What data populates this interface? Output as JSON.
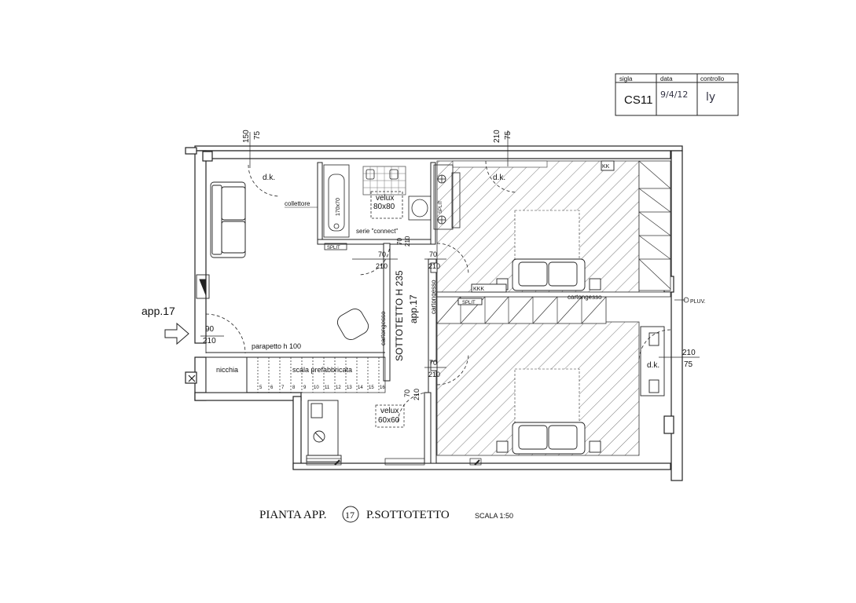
{
  "title_block": {
    "headers": [
      "sigla",
      "data",
      "controllo"
    ],
    "sigla": "CS11",
    "date": "9/4/12",
    "check": "ly"
  },
  "entrance": {
    "label": "app.17",
    "door_width": "90",
    "door_height": "210"
  },
  "dims": {
    "top_left_w": "150",
    "top_left_h": "75",
    "top_right_w": "210",
    "top_right_h": "75",
    "right_w": "210",
    "right_h": "75",
    "door_a_w": "70",
    "door_a_h": "210",
    "door_b_w": "70",
    "door_b_h": "210",
    "door_c_w": "70",
    "door_c_h": "210",
    "door_d_w": "70",
    "door_d_h": "210",
    "bath_door_w": "70",
    "bath_door_h": "210",
    "shower_size": "170x70"
  },
  "labels": {
    "dk": "d.k.",
    "collettore": "collettore",
    "velux_1": "velux",
    "velux_1_size": "80x80",
    "velux_2": "velux",
    "velux_2_size": "60x60",
    "serie": "serie \"connect\"",
    "split": "SPLIT",
    "cartongesso": "cartongesso",
    "sottotetto": "SOTTOTETTO H 235",
    "app": "app.17",
    "parapetto": "parapetto h 100",
    "nicchia": "nicchia",
    "scala": "scala prefabbricata",
    "pluv": "PLUV.",
    "kk": "KK",
    "kkk": "KKK"
  },
  "stair_steps": [
    "5",
    "6",
    "7",
    "8",
    "9",
    "10",
    "11",
    "12",
    "13",
    "14",
    "15",
    "16"
  ],
  "footer": {
    "text_a": "PIANTA  APP.",
    "unit": "17",
    "text_b": "P.SOTTOTETTO",
    "scale": "SCALA  1:50"
  }
}
